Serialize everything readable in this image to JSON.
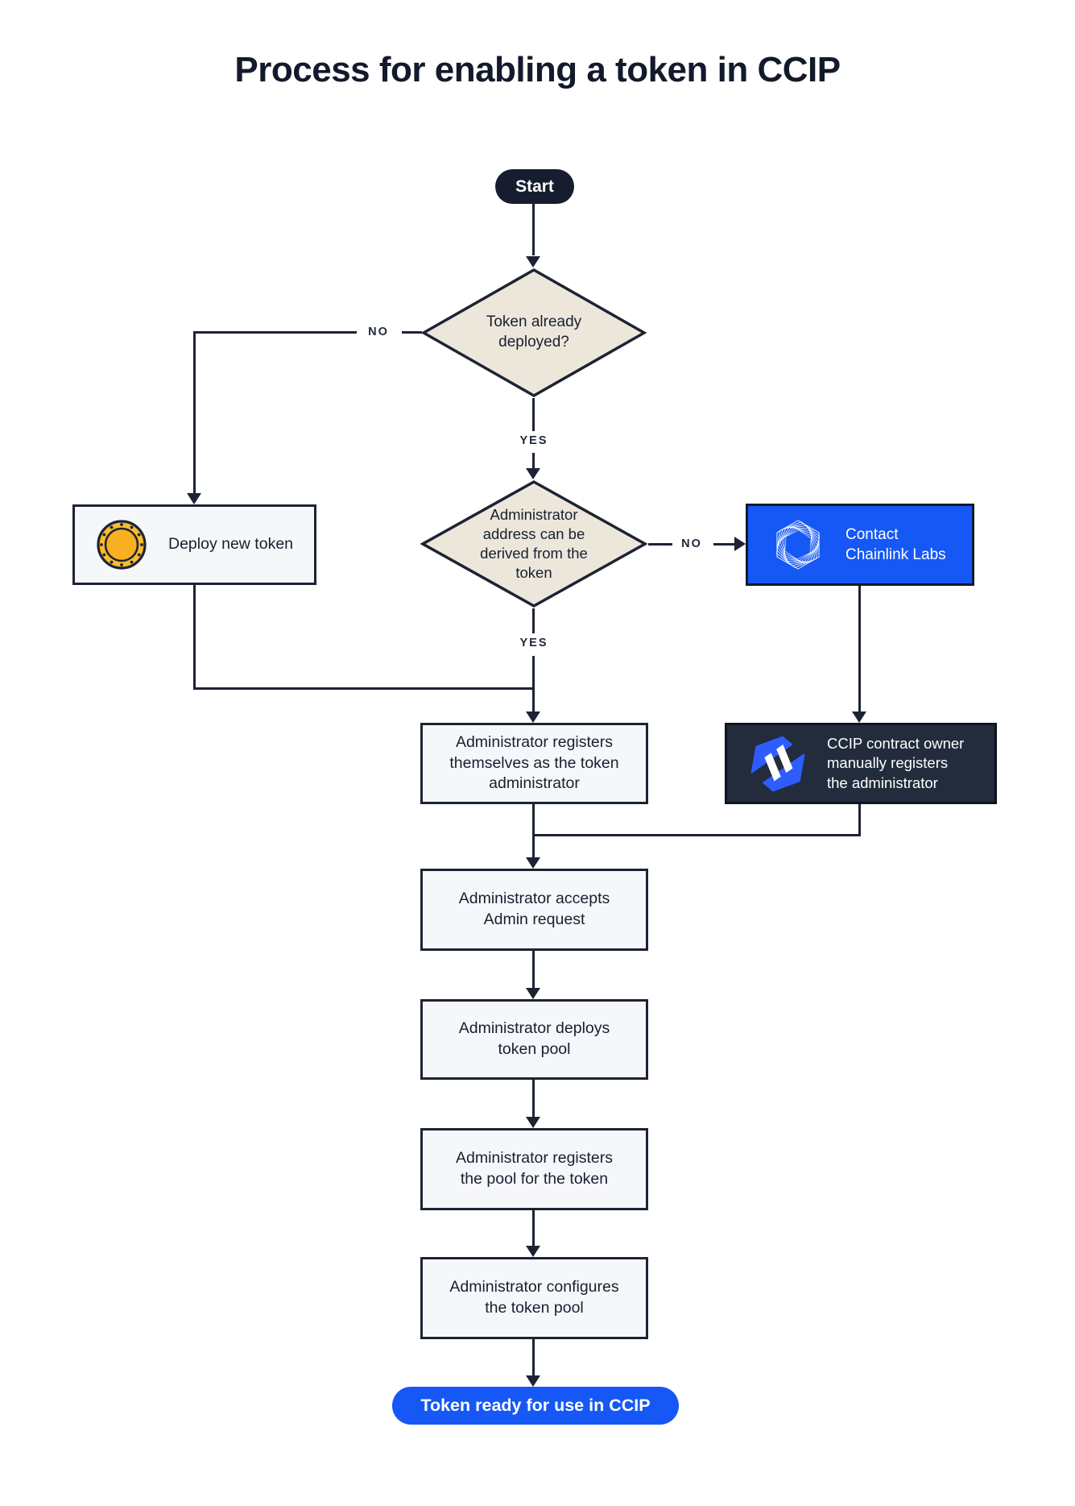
{
  "title": "Process for enabling a token in CCIP",
  "colors": {
    "ink": "#1C2433",
    "diamond_fill": "#EDE7DB",
    "box_fill": "#F5F7FA",
    "accent_blue": "#1658F5",
    "dark_panel": "#222C3C",
    "coin_gold": "#F8B021",
    "ccip_logo_blue": "#2E5CFF"
  },
  "nodes": {
    "start": {
      "label": "Start"
    },
    "token_deployed": {
      "label": "Token already\ndeployed?"
    },
    "deploy_new_token": {
      "label": "Deploy new token"
    },
    "admin_derivable": {
      "label": "Administrator\naddress can be\nderived from the\ntoken"
    },
    "contact_chainlink": {
      "label": "Contact\nChainlink Labs"
    },
    "admin_registers_self": {
      "label": "Administrator registers\nthemselves as the token\nadministrator"
    },
    "ccip_owner_registers": {
      "label": "CCIP contract owner\nmanually registers\nthe administrator"
    },
    "admin_accepts": {
      "label": "Administrator accepts\nAdmin request"
    },
    "admin_deploys_pool": {
      "label": "Administrator deploys\ntoken pool"
    },
    "admin_registers_pool": {
      "label": "Administrator registers\nthe pool for the token"
    },
    "admin_configures_pool": {
      "label": "Administrator configures\nthe token pool"
    },
    "token_ready": {
      "label": "Token ready for use in CCIP"
    }
  },
  "edge_labels": {
    "token_deployed_no": "NO",
    "token_deployed_yes": "YES",
    "admin_derivable_no": "NO",
    "admin_derivable_yes": "YES"
  },
  "icons": {
    "coin": "token-coin-icon",
    "chainlink": "chainlink-spiral-icon",
    "ccip": "ccip-logo-icon"
  }
}
